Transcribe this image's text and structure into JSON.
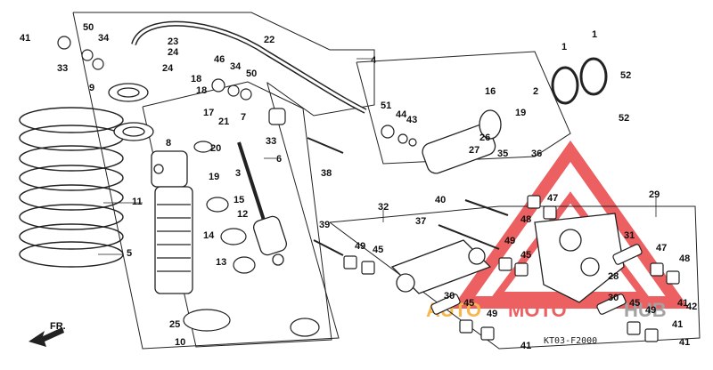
{
  "diagram": {
    "figure_code": "KT03-F2000",
    "colors": {
      "line": "#222222",
      "watermark_red": "#e8393a",
      "watermark_orange": "#f5a623",
      "watermark_gray": "#8c8c8c"
    },
    "watermark": {
      "part1": "AUTO",
      "part2": "MOTO",
      "part3": "HUB",
      "logo": "triangle-logo"
    },
    "callouts": [
      {
        "id": "c41a",
        "label": "41"
      },
      {
        "id": "c33a",
        "label": "33"
      },
      {
        "id": "c50a",
        "label": "50"
      },
      {
        "id": "c34a",
        "label": "34"
      },
      {
        "id": "c9",
        "label": "9"
      },
      {
        "id": "c23",
        "label": "23"
      },
      {
        "id": "c24a",
        "label": "24"
      },
      {
        "id": "c24b",
        "label": "24"
      },
      {
        "id": "c22",
        "label": "22"
      },
      {
        "id": "c4",
        "label": "4"
      },
      {
        "id": "c18a",
        "label": "18"
      },
      {
        "id": "c18b",
        "label": "18"
      },
      {
        "id": "c46",
        "label": "46"
      },
      {
        "id": "c34b",
        "label": "34"
      },
      {
        "id": "c50b",
        "label": "50"
      },
      {
        "id": "c7",
        "label": "7"
      },
      {
        "id": "c17",
        "label": "17"
      },
      {
        "id": "c21",
        "label": "21"
      },
      {
        "id": "c8",
        "label": "8"
      },
      {
        "id": "c20",
        "label": "20"
      },
      {
        "id": "c3",
        "label": "3"
      },
      {
        "id": "c33b",
        "label": "33"
      },
      {
        "id": "c6",
        "label": "6"
      },
      {
        "id": "c38",
        "label": "38"
      },
      {
        "id": "c11",
        "label": "11"
      },
      {
        "id": "c19a",
        "label": "19"
      },
      {
        "id": "c15",
        "label": "15"
      },
      {
        "id": "c12",
        "label": "12"
      },
      {
        "id": "c5",
        "label": "5"
      },
      {
        "id": "c14",
        "label": "14"
      },
      {
        "id": "c13",
        "label": "13"
      },
      {
        "id": "c25",
        "label": "25"
      },
      {
        "id": "c10",
        "label": "10"
      },
      {
        "id": "c51",
        "label": "51"
      },
      {
        "id": "c44",
        "label": "44"
      },
      {
        "id": "c43",
        "label": "43"
      },
      {
        "id": "c16",
        "label": "16"
      },
      {
        "id": "c26",
        "label": "26"
      },
      {
        "id": "c27",
        "label": "27"
      },
      {
        "id": "c19b",
        "label": "19"
      },
      {
        "id": "c2",
        "label": "2"
      },
      {
        "id": "c1a",
        "label": "1"
      },
      {
        "id": "c1b",
        "label": "1"
      },
      {
        "id": "c52a",
        "label": "52"
      },
      {
        "id": "c52b",
        "label": "52"
      },
      {
        "id": "c35",
        "label": "35"
      },
      {
        "id": "c36",
        "label": "36"
      },
      {
        "id": "c40",
        "label": "40"
      },
      {
        "id": "c47a",
        "label": "47"
      },
      {
        "id": "c48a",
        "label": "48"
      },
      {
        "id": "c29",
        "label": "29"
      },
      {
        "id": "c32",
        "label": "32"
      },
      {
        "id": "c37",
        "label": "37"
      },
      {
        "id": "c39",
        "label": "39"
      },
      {
        "id": "c49a",
        "label": "49"
      },
      {
        "id": "c45a",
        "label": "45"
      },
      {
        "id": "c49b",
        "label": "49"
      },
      {
        "id": "c45b",
        "label": "45"
      },
      {
        "id": "c31",
        "label": "31"
      },
      {
        "id": "c47b",
        "label": "47"
      },
      {
        "id": "c48b",
        "label": "48"
      },
      {
        "id": "c28",
        "label": "28"
      },
      {
        "id": "c30a",
        "label": "30"
      },
      {
        "id": "c45c",
        "label": "45"
      },
      {
        "id": "c49c",
        "label": "49"
      },
      {
        "id": "c41b",
        "label": "41"
      },
      {
        "id": "c30b",
        "label": "30"
      },
      {
        "id": "c45d",
        "label": "45"
      },
      {
        "id": "c49d",
        "label": "49"
      },
      {
        "id": "c41c",
        "label": "41"
      },
      {
        "id": "c42",
        "label": "42"
      },
      {
        "id": "c41d",
        "label": "41"
      },
      {
        "id": "c41e",
        "label": "41"
      }
    ],
    "front_arrow": {
      "label": "FR."
    }
  }
}
